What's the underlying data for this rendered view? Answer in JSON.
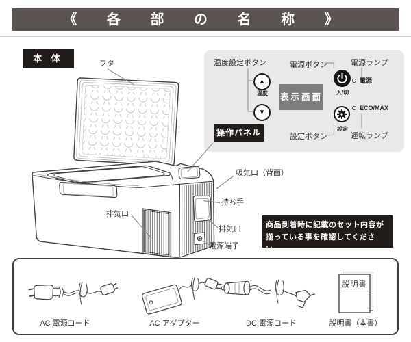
{
  "title": "《 各 部 の 名 称 》",
  "labels": {
    "body": "本 体",
    "lid": "フタ",
    "panel_callout": "操作パネル",
    "intake": "吸気口（背面）",
    "handle": "持ち手",
    "exhaust_right": "排気口",
    "exhaust_left": "排気口",
    "power_terminal": "電源端子"
  },
  "control_panel": {
    "temp_buttons": "温度設定ボタン",
    "power_button": "電源ボタン",
    "power_lamp": "電源ランプ",
    "up": "▲",
    "down": "▼",
    "temp": "温度",
    "display": "表示画面",
    "on_off": "入/切",
    "lamp_power": "電源",
    "lamp_ecomax": "ECO/MAX",
    "setting": "設定",
    "setting_button": "設定ボタン",
    "run_lamp": "運転ランプ"
  },
  "notice": {
    "line1": "商品到着時に記載のセット内容が",
    "line2": "揃っている事を確認してください。"
  },
  "accessories": {
    "items": [
      {
        "label": "AC 電源コード"
      },
      {
        "label": "AC アダプター"
      },
      {
        "label": "DC 電源コード"
      },
      {
        "label": "説明書（本書）"
      }
    ],
    "manual_cover": "説明書"
  },
  "colors": {
    "header_bg": "#5a5350",
    "black_box": "#211c1a",
    "panel_bg": "#e9e9e9",
    "display_bg": "#7d7d7d"
  }
}
